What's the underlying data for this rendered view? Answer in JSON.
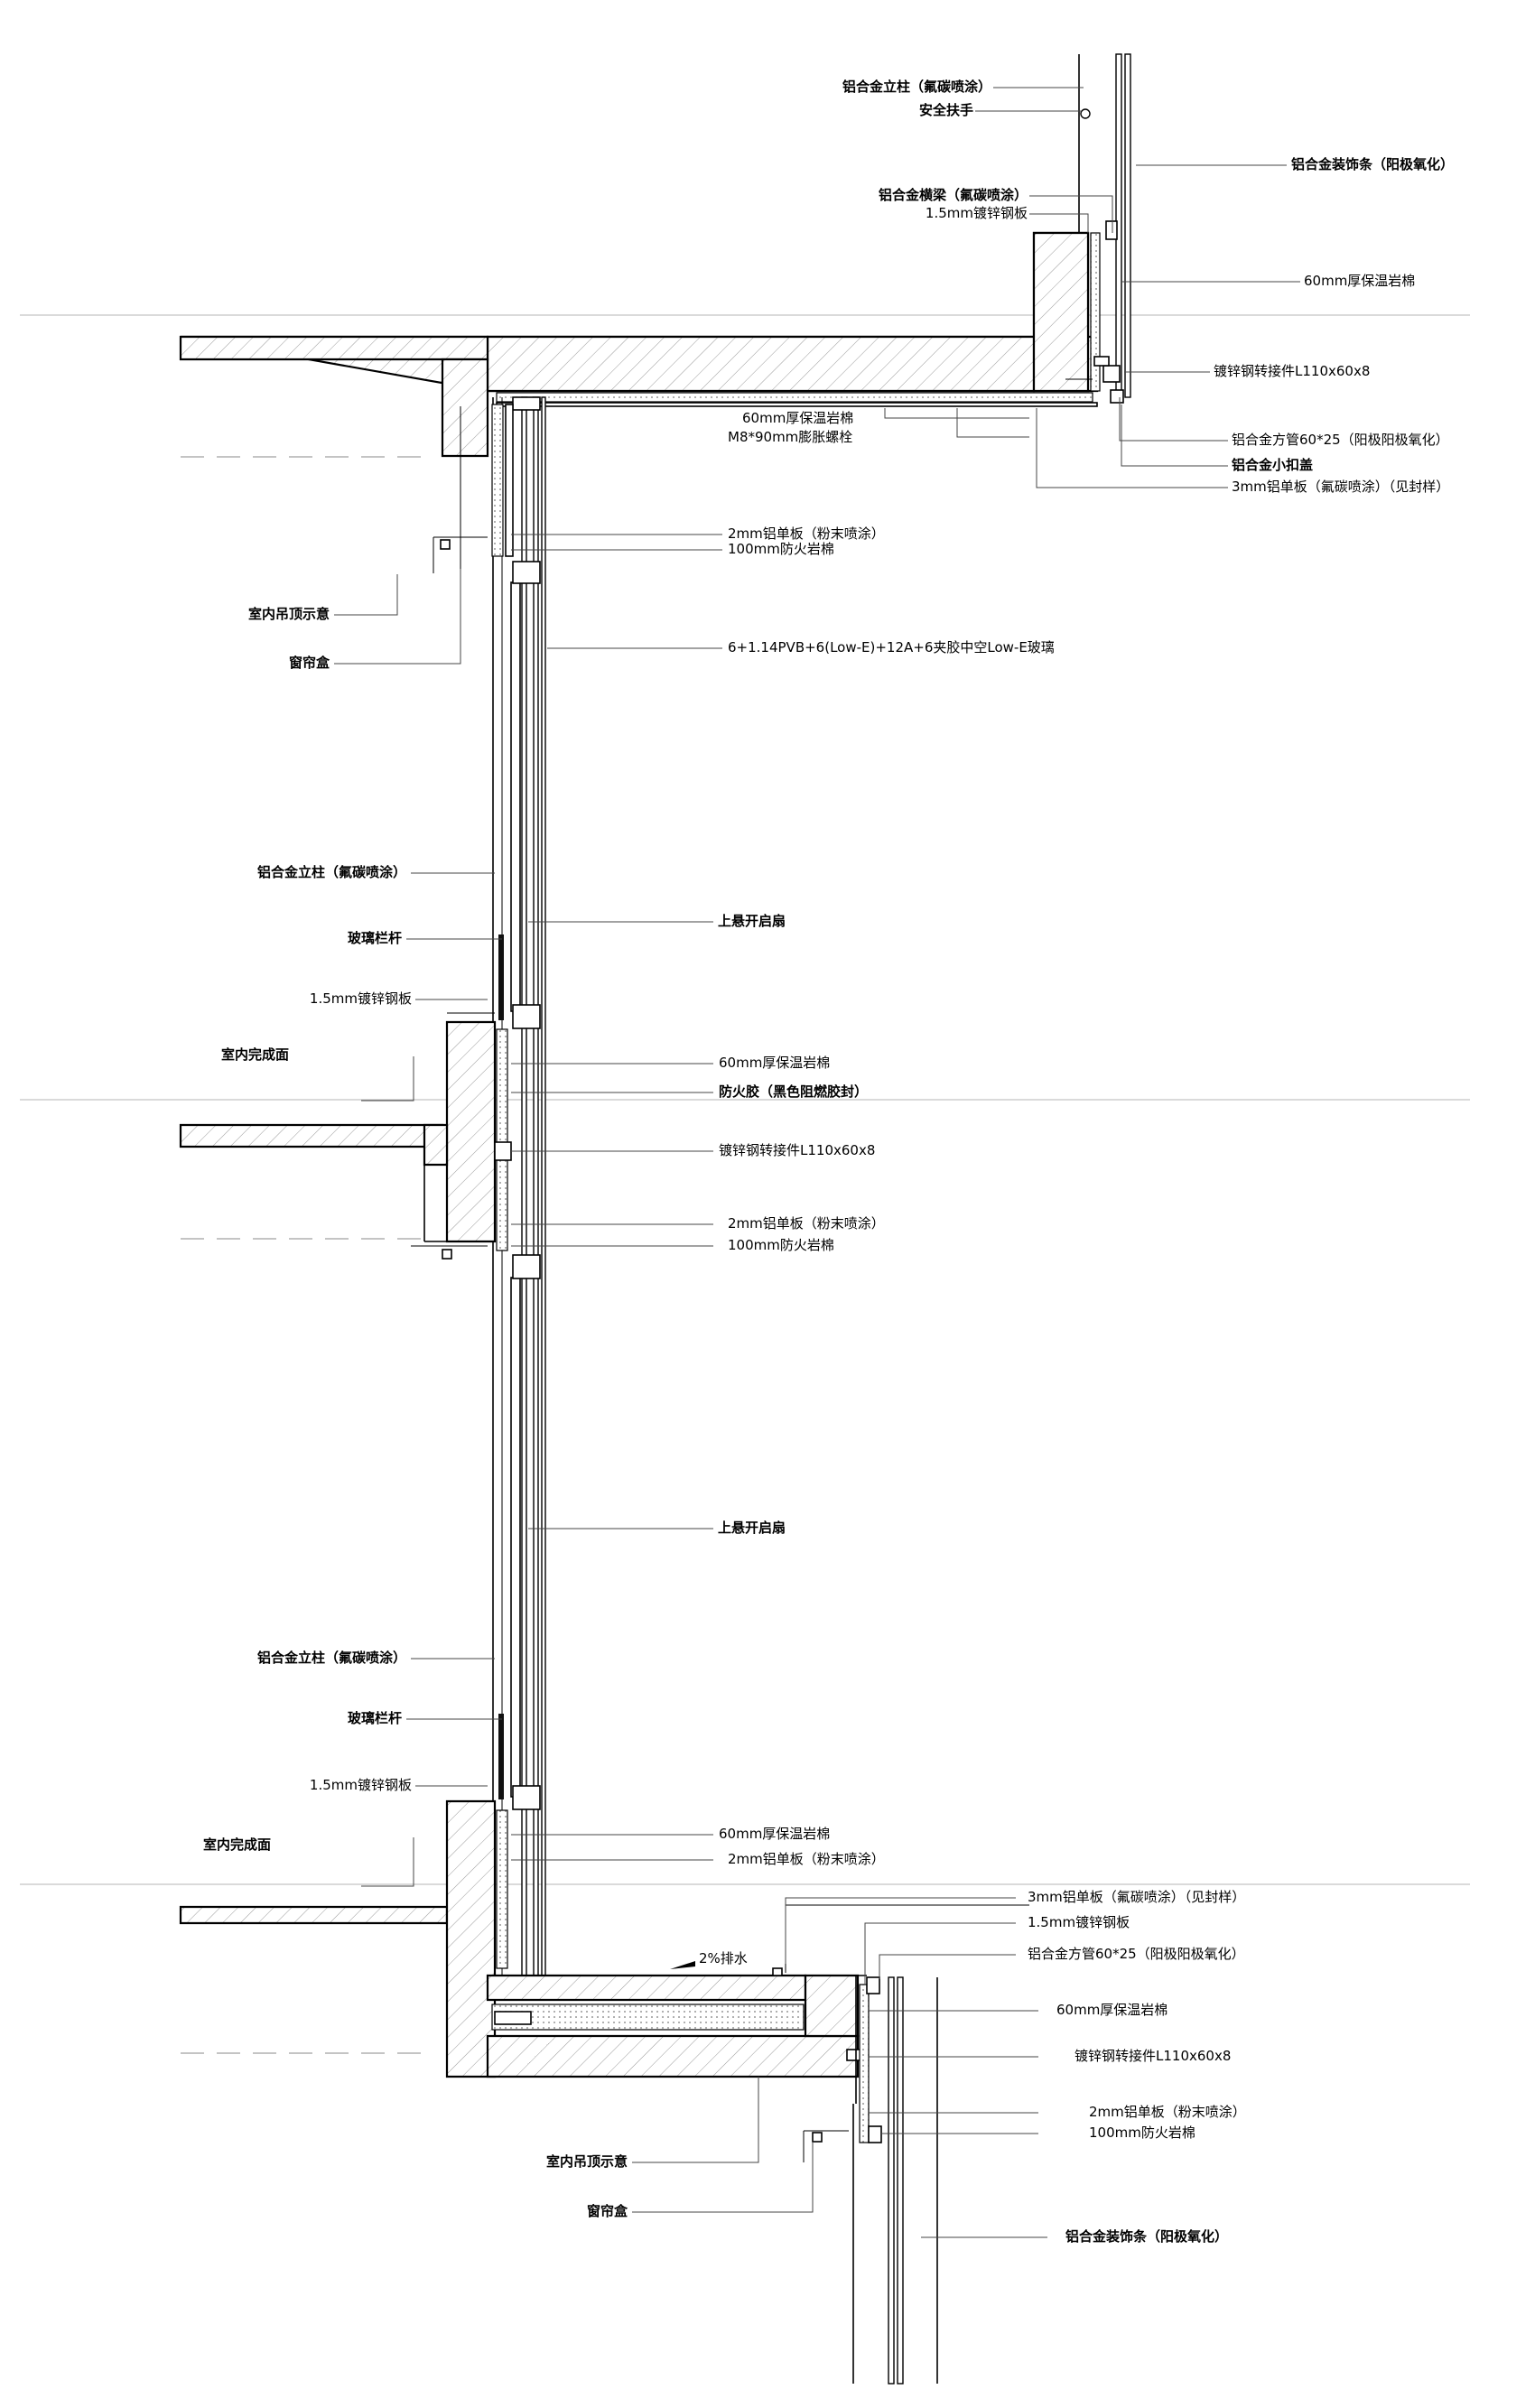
{
  "labels": {
    "top_upper": [
      "铝合金立柱（氟碳喷涂）",
      "安全扶手",
      "铝合金装饰条（阳极氧化）",
      "铝合金横梁（氟碳喷涂）",
      "1.5mm镀锌钢板",
      "60mm厚保温岩棉",
      "镀锌钢转接件L110x60x8",
      "铝合金方管60*25（阳极阳极氧化）",
      "铝合金小扣盖",
      "3mm铝单板（氟碳喷涂）（见封样）"
    ],
    "top_slab": [
      "60mm厚保温岩棉",
      "M8*90mm膨胀螺栓"
    ],
    "top_left": [
      "室内吊顶示意",
      "窗帘盒"
    ],
    "window_top": [
      "2mm铝单板（粉末喷涂）",
      "100mm防火岩棉",
      "6+1.14PVB+6(Low-E)+12A+6夹胶中空Low-E玻璃"
    ],
    "window1": [
      "铝合金立柱（氟碳喷涂）",
      "玻璃栏杆",
      "1.5mm镀锌钢板",
      "上悬开启扇"
    ],
    "floor_mid": [
      "室内完成面",
      "60mm厚保温岩棉",
      "防火胶（黑色阻燃胶封）",
      "镀锌钢转接件L110x60x8",
      "2mm铝单板（粉末喷涂）",
      "100mm防火岩棉"
    ],
    "window2": [
      "上悬开启扇",
      "铝合金立柱（氟碳喷涂）",
      "玻璃栏杆",
      "1.5mm镀锌钢板"
    ],
    "floor_low": [
      "室内完成面",
      "60mm厚保温岩棉",
      "2mm铝单板（粉末喷涂）",
      "3mm铝单板（氟碳喷涂）（见封样）",
      "1.5mm镀锌钢板",
      "2%排水",
      "铝合金方管60*25（阳极阳极氧化）",
      "60mm厚保温岩棉",
      "镀锌钢转接件L110x60x8",
      "2mm铝单板（粉末喷涂）",
      "100mm防火岩棉",
      "室内吊顶示意",
      "窗帘盒",
      "铝合金装饰条（阳极氧化）"
    ]
  }
}
